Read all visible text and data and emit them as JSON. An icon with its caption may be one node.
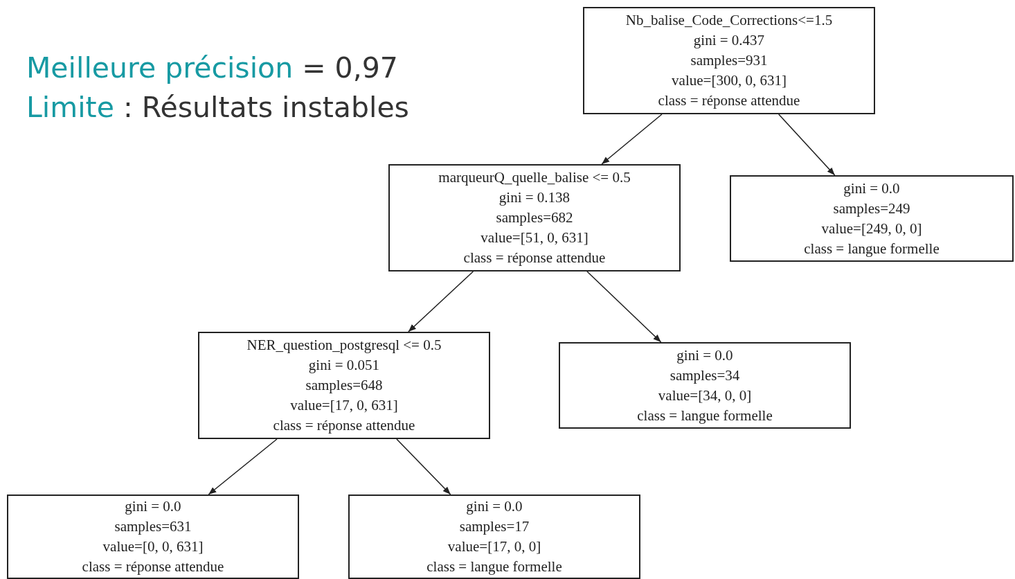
{
  "diagram": {
    "nodes": [
      {
        "text": [
          "Nb_balise_Code_Corrections<=1.5",
          "gini = 0.437",
          "samples=931",
          "value=[300, 0, 631]",
          "class = réponse attendue"
        ]
      },
      {
        "text": [
          "marqueurQ_quelle_balise <= 0.5",
          "gini = 0.138",
          "samples=682",
          "value=[51, 0, 631]",
          "class = réponse attendue"
        ]
      },
      {
        "text": [
          "gini = 0.0",
          "samples=249",
          "value=[249, 0, 0]",
          "class = langue formelle"
        ]
      },
      {
        "text": [
          "NER_question_postgresql <= 0.5",
          "gini = 0.051",
          "samples=648",
          "value=[17, 0, 631]",
          "class = réponse attendue"
        ]
      },
      {
        "text": [
          "gini = 0.0",
          "samples=34",
          "value=[34, 0, 0]",
          "class = langue formelle"
        ]
      },
      {
        "text": [
          "gini = 0.0",
          "samples=631",
          "value=[0, 0, 631]",
          "class = réponse attendue"
        ]
      },
      {
        "text": [
          "gini = 0.0",
          "samples=17",
          "value=[17, 0, 0]",
          "class = langue formelle"
        ]
      }
    ],
    "edges": [
      {
        "from": 0,
        "to": 1,
        "arrow": "to"
      },
      {
        "from": 0,
        "to": 2,
        "arrow": "to"
      },
      {
        "from": 1,
        "to": 3,
        "arrow": "to"
      },
      {
        "from": 1,
        "to": 4,
        "arrow": "to"
      },
      {
        "from": 3,
        "to": 5,
        "arrow": "to"
      },
      {
        "from": 3,
        "to": 6,
        "arrow": "to"
      }
    ],
    "labels": [
      "Meilleure précision",
      "= 0,97",
      "Limite",
      ": Résultats instables"
    ]
  }
}
